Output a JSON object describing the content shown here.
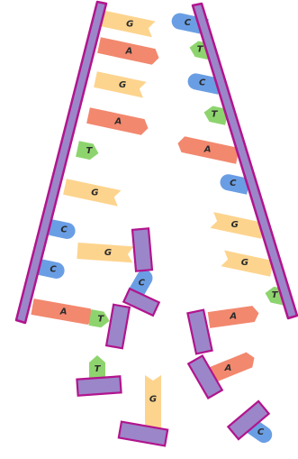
{
  "colors": {
    "backbone_fill": "#9b86c9",
    "backbone_stroke": "#b2148d",
    "G": "#fdd48e",
    "A": "#f2886e",
    "C": "#6a9ee4",
    "T": "#8ed46e"
  },
  "left_strand_bases": [
    {
      "letter": "G",
      "kind": "G"
    },
    {
      "letter": "A",
      "kind": "A"
    },
    {
      "letter": "G",
      "kind": "G"
    },
    {
      "letter": "A",
      "kind": "A"
    },
    {
      "letter": "T",
      "kind": "T"
    },
    {
      "letter": "G",
      "kind": "G"
    },
    {
      "letter": "C",
      "kind": "C"
    },
    {
      "letter": "G",
      "kind": "G"
    },
    {
      "letter": "C",
      "kind": "C"
    },
    {
      "letter": "A",
      "kind": "A"
    }
  ],
  "right_strand_bases": [
    {
      "letter": "C",
      "kind": "C"
    },
    {
      "letter": "T",
      "kind": "T"
    },
    {
      "letter": "C",
      "kind": "C"
    },
    {
      "letter": "T",
      "kind": "T"
    },
    {
      "letter": "A",
      "kind": "A"
    },
    {
      "letter": "C",
      "kind": "C"
    },
    {
      "letter": "G",
      "kind": "G"
    },
    {
      "letter": "G",
      "kind": "G"
    },
    {
      "letter": "T",
      "kind": "T"
    }
  ],
  "free_nucleotides": [
    {
      "letter": "T",
      "kind": "T"
    },
    {
      "letter": "C",
      "kind": "C"
    },
    {
      "letter": "A",
      "kind": "A"
    },
    {
      "letter": "A",
      "kind": "A"
    },
    {
      "letter": "T",
      "kind": "T"
    },
    {
      "letter": "G",
      "kind": "G"
    },
    {
      "letter": "C",
      "kind": "C"
    }
  ]
}
